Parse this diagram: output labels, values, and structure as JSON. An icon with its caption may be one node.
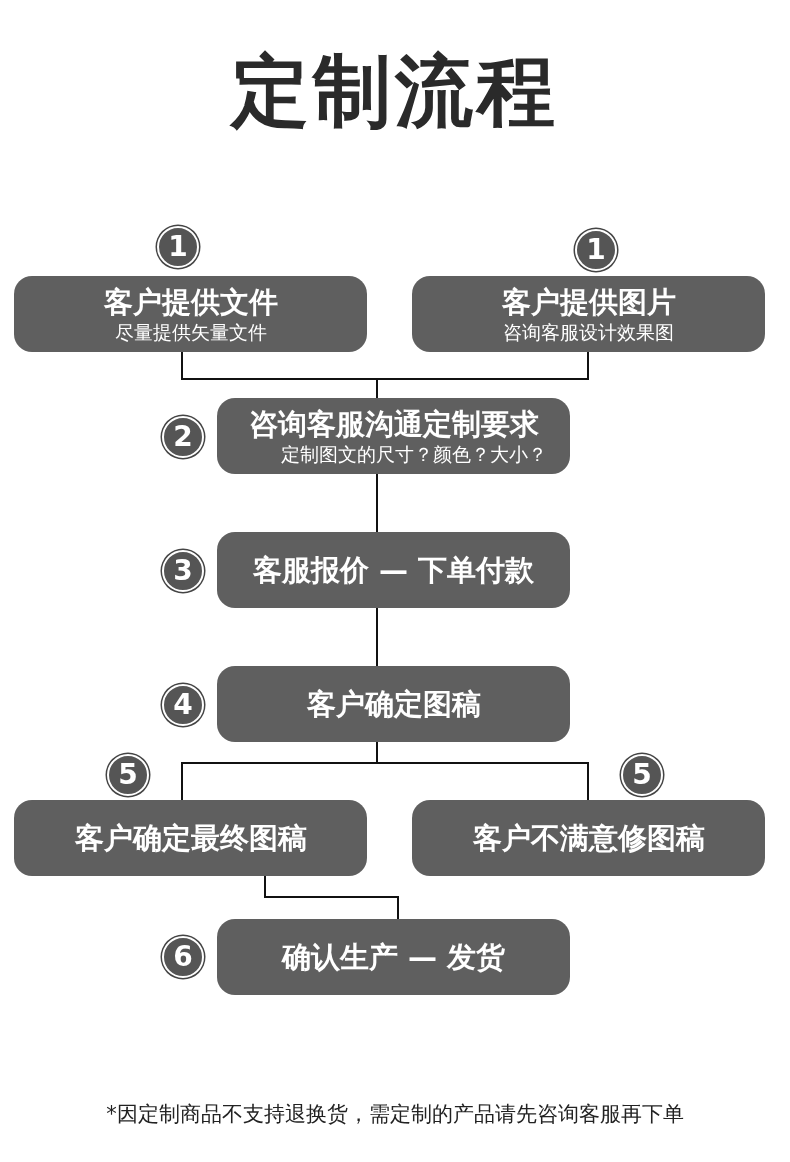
{
  "diagram": {
    "title": "定制流程",
    "nodes": [
      {
        "text": [
          "客户提供文件",
          "尽量提供矢量文件"
        ],
        "beside": [
          "1"
        ]
      },
      {
        "text": [
          "客户提供图片",
          "咨询客服设计效果图"
        ],
        "beside": [
          "1"
        ]
      },
      {
        "text": [
          "咨询客服沟通定制要求",
          "定制图文的尺寸？颜色？大小？"
        ],
        "beside": [
          "2"
        ]
      },
      {
        "text": [
          "客服报价 — 下单付款"
        ],
        "beside": [
          "3"
        ]
      },
      {
        "text": [
          "客户确定图稿"
        ],
        "beside": [
          "4"
        ]
      },
      {
        "text": [
          "客户确定最终图稿"
        ],
        "beside": [
          "5"
        ]
      },
      {
        "text": [
          "客户不满意修图稿"
        ],
        "beside": [
          "5"
        ]
      },
      {
        "text": [
          "确认生产 — 发货"
        ],
        "beside": [
          "6"
        ]
      }
    ],
    "edges": [
      {
        "from": 0,
        "to": 2,
        "arrow": "none"
      },
      {
        "from": 1,
        "to": 2,
        "arrow": "none"
      },
      {
        "from": 2,
        "to": 3,
        "arrow": "none"
      },
      {
        "from": 3,
        "to": 4,
        "arrow": "none"
      },
      {
        "from": 4,
        "to": 5,
        "arrow": "none"
      },
      {
        "from": 4,
        "to": 6,
        "arrow": "none"
      },
      {
        "from": 5,
        "to": 7,
        "arrow": "none"
      }
    ],
    "caption": "*因定制商品不支持退换货，需定制的产品请先咨询客服再下单"
  }
}
